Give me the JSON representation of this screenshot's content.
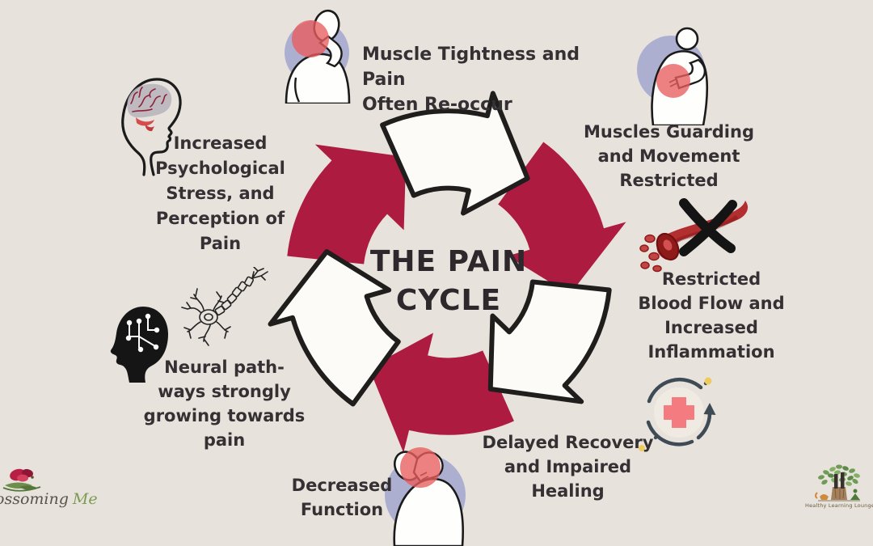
{
  "colors": {
    "background": "#E7E3DC",
    "accent": "#AD1C40",
    "ink": "#353033",
    "pain_red": "#E85C5C",
    "periwinkle": "#ADAFD0",
    "slate": "#3E4A54",
    "cross_pink": "#F47B7F",
    "dot_yellow": "#EDCB5F"
  },
  "center": {
    "title": "THE PAIN\nCYCLE"
  },
  "steps": {
    "muscle_tightness": {
      "label": "Muscle Tightness and Pain\nOften Re-occur",
      "icon": "neck-pain-person-icon"
    },
    "muscles_guarding": {
      "label": "Muscles Guarding\nand Movement\nRestricted",
      "icon": "back-pain-person-icon"
    },
    "restricted_blood_flow": {
      "label": "Restricted\nBlood Flow and\nIncreased\nInflammation",
      "icon": "blocked-blood-vessel-icon"
    },
    "delayed_recovery": {
      "label": "Delayed Recovery\nand Impaired\nHealing",
      "icon": "healing-cycle-icon"
    },
    "decreased_function": {
      "label": "Decreased\nFunction",
      "icon": "head-down-person-icon"
    },
    "neural_pathways": {
      "label": "Neural path-\nways strongly\ngrowing towards\npain",
      "icon": "neural-head-icon"
    },
    "psychological_stress": {
      "label": "Increased\nPsychological\nStress, and\nPerception of\nPain",
      "icon": "brain-head-icon"
    }
  },
  "logos": {
    "blossoming_me": {
      "word_fragment": "ossoming",
      "accent_word": "Me"
    },
    "healthy_learning_lounge": {
      "text": "Healthy Learning Lounge"
    }
  }
}
